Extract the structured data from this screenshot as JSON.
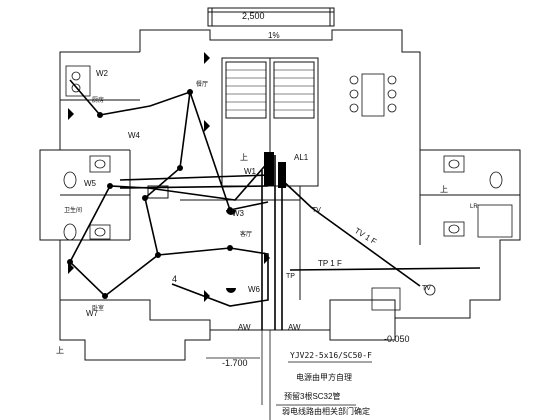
{
  "plan": {
    "dim_top": "2,500",
    "slope": "1%",
    "panel": "AL1",
    "rooms": {
      "kitchen": "厨房",
      "dining": "餐厅",
      "bath": "卫生间",
      "living": "客厅",
      "bedroom": "卧室"
    },
    "stair_up_left": "上",
    "stair_up_right": "上",
    "stair_up_bottom": "上",
    "circuits": [
      "W1",
      "W2",
      "W3",
      "W4",
      "W5",
      "W6",
      "W7"
    ],
    "tv_left": "TV",
    "tv_right": "TV",
    "tp_label": "TP",
    "tp_1f": "TP 1 F",
    "tv_1f": "TV 1 F",
    "aw_left": "AW",
    "aw_right": "AW",
    "level_left": "-1.700",
    "level_right": "-0.050",
    "lr": "LR",
    "num_4": "4",
    "cable_spec": "YJV22-5x16/SC50-F",
    "power_note": "电源由甲方自理",
    "pipe_note": "预留3根SC32管",
    "weak_note": "弱电线路由相关部门确定"
  },
  "colors": {
    "line": "#111111",
    "wire": "#000000"
  }
}
